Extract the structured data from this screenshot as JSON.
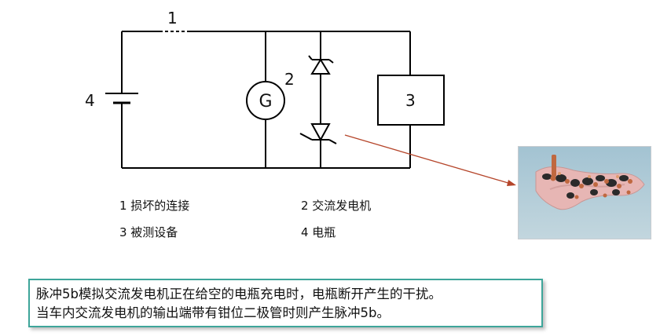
{
  "diagram": {
    "num_1": "1",
    "num_2": "2",
    "num_3": "3",
    "num_4": "4",
    "generator_symbol": "G"
  },
  "legend": {
    "item_1": "1 损坏的连接",
    "item_2": "2 交流发电机",
    "item_3": "3  被测设备",
    "item_4": "4  电瓶"
  },
  "note": {
    "line_1": "脉冲5b模拟交流发电机正在给空的电瓶充电时，电瓶断开产生的干扰。",
    "line_2": "当车内交流发电机的输出端带有钳位二极管时则产生脉冲5b。"
  },
  "colors": {
    "wire": "#000000",
    "arrow": "#b5452a",
    "note_border": "#3ea59a",
    "photo_bg": "#a9c7d5"
  }
}
